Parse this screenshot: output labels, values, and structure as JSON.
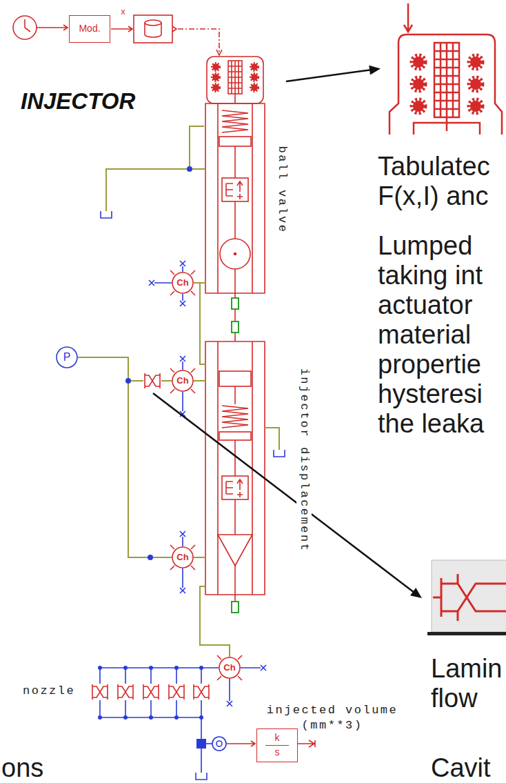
{
  "diagram": {
    "title": "INJECTOR",
    "nodes": [
      {
        "text": [
          "Mod."
        ]
      },
      {
        "text": [
          "Ch"
        ]
      },
      {
        "text": [
          "P"
        ]
      },
      {
        "text": [
          "Ch"
        ]
      },
      {
        "text": [
          "Ch"
        ]
      },
      {
        "text": [
          "Ch"
        ]
      },
      {
        "text": [
          "k",
          "s"
        ]
      }
    ],
    "edges": [
      {
        "from": 2,
        "to": 3,
        "arrow": "none"
      },
      {
        "from": 2,
        "to": 4,
        "arrow": "none"
      }
    ],
    "labels": [
      "x",
      "ball valve",
      "injector displacement",
      "nozzle",
      "injected volume (mm**3)",
      "Tabulatec F(x,I) anc",
      "Lumped taking int actuator material propertie hysteresi the leaka",
      "Lamin flow",
      "Cavit",
      "ons"
    ]
  }
}
